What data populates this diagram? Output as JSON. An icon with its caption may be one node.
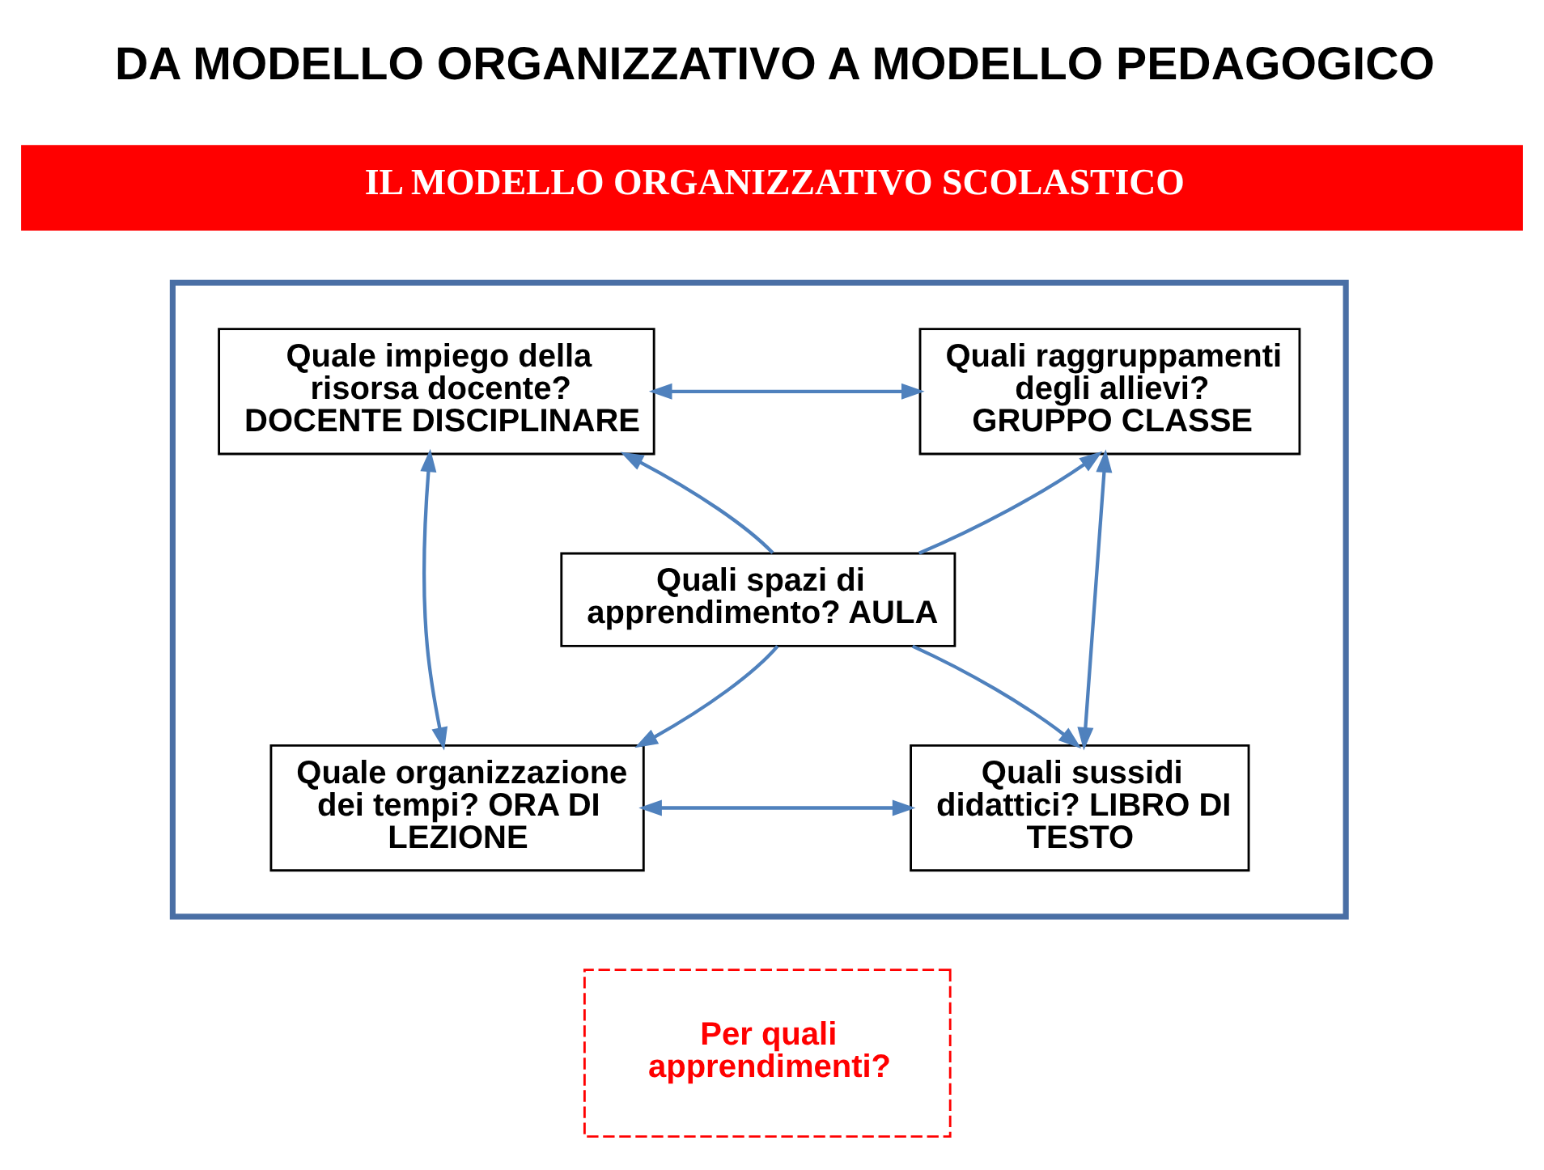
{
  "diagram": {
    "title": "DA MODELLO ORGANIZZATIVO A MODELLO PEDAGOGICO",
    "nodes": [
      {
        "text": [
          "IL MODELLO ORGANIZZATIVO SCOLASTICO"
        ]
      },
      {
        "text": [],
        "shape": "box"
      },
      {
        "text": [
          "Quale impiego della risorsa docente? DOCENTE DISCIPLINARE"
        ],
        "in": 1
      },
      {
        "text": [
          "Quali raggruppamenti degli allievi? GRUPPO CLASSE"
        ],
        "in": 1
      },
      {
        "text": [
          "Quali spazi di apprendimento? AULA"
        ],
        "in": 1
      },
      {
        "text": [
          "Quale organizzazione dei tempi? ORA DI LEZIONE"
        ],
        "in": 1
      },
      {
        "text": [
          "Quali sussidi didattici? LIBRO DI TESTO"
        ],
        "in": 1
      },
      {
        "text": [
          "Per quali apprendimenti?"
        ]
      }
    ],
    "edges": [
      {
        "from": 2,
        "to": 3,
        "arrow": "both"
      },
      {
        "from": 4,
        "to": 2,
        "arrow": "to"
      },
      {
        "from": 4,
        "to": 3,
        "arrow": "to"
      },
      {
        "from": 2,
        "to": 5,
        "arrow": "both"
      },
      {
        "from": 3,
        "to": 6,
        "arrow": "both"
      },
      {
        "from": 4,
        "to": 5,
        "arrow": "to"
      },
      {
        "from": 4,
        "to": 6,
        "arrow": "to"
      },
      {
        "from": 5,
        "to": 6,
        "arrow": "both"
      }
    ]
  }
}
